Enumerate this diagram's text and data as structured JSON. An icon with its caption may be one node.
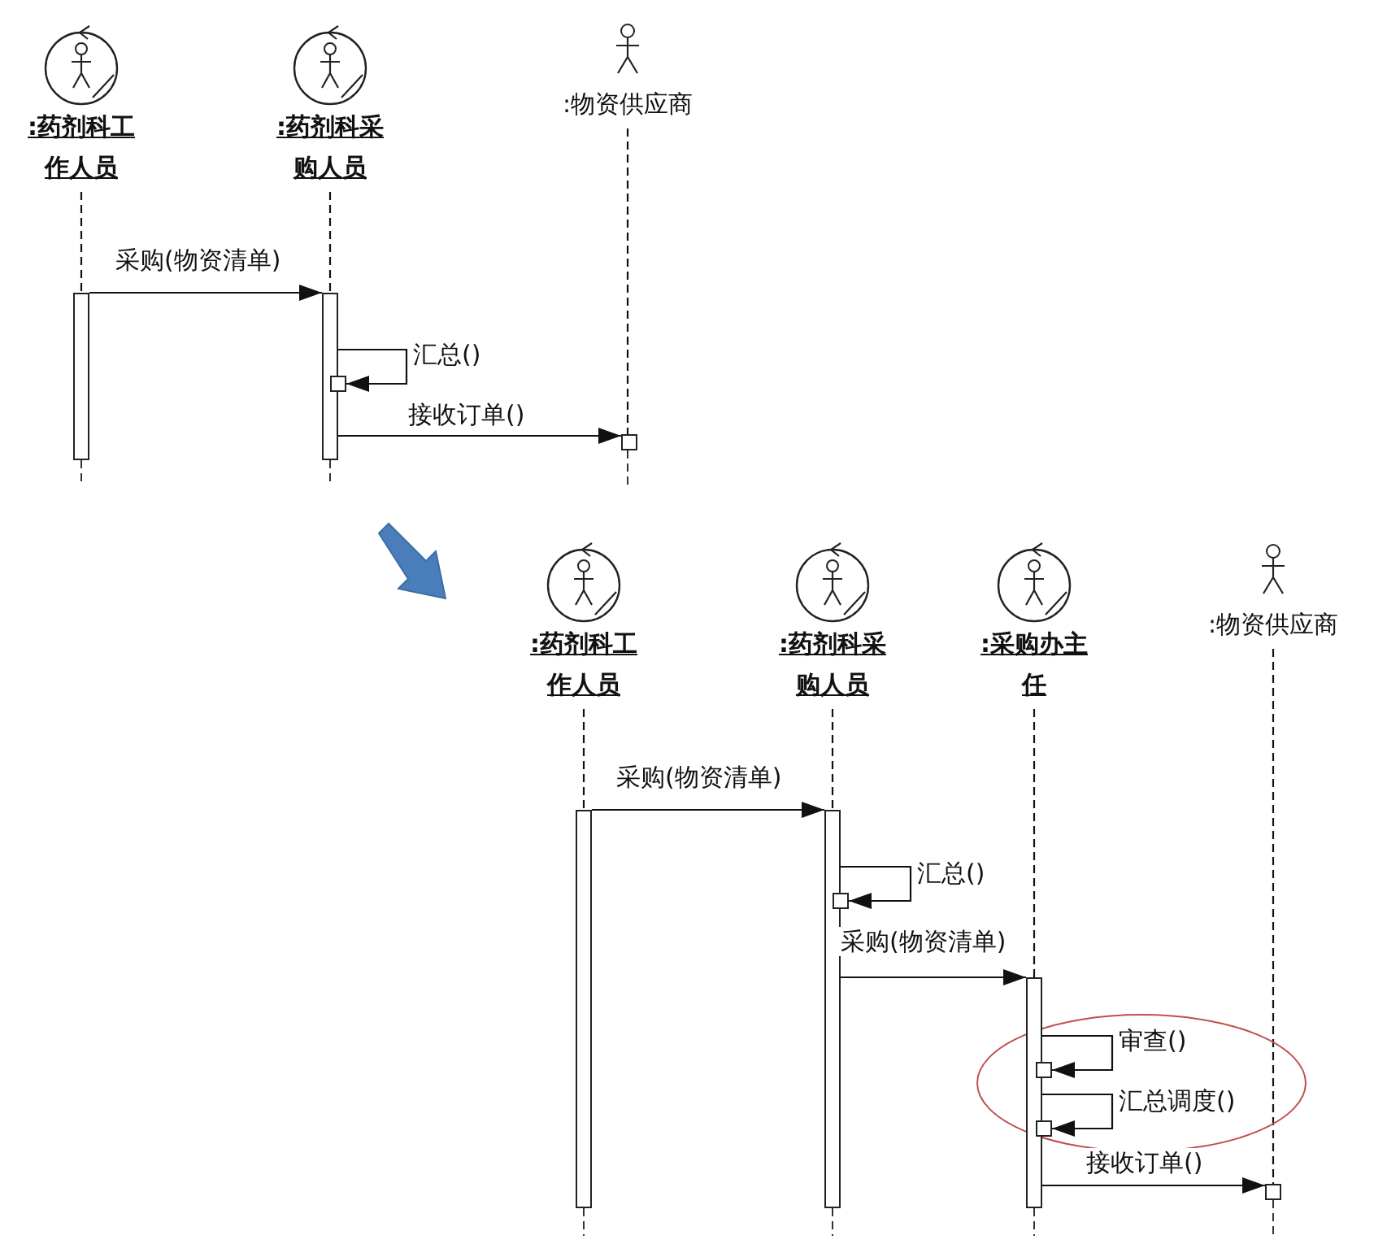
{
  "diagram": {
    "nodes": [
      {
        "text": [
          ":药剂科工作人员"
        ]
      },
      {
        "text": [
          ":药剂科采购人员"
        ]
      },
      {
        "text": [
          ":物资供应商"
        ]
      },
      {
        "text": [],
        "shape": "bar"
      },
      {
        "text": [],
        "shape": "bar"
      },
      {
        "text": [],
        "shape": "box"
      },
      {
        "text": [],
        "shape": "box"
      },
      {
        "text": [
          ":药剂科工作人员"
        ]
      },
      {
        "text": [
          ":药剂科采购人员"
        ]
      },
      {
        "text": [
          ":采购办主任"
        ]
      },
      {
        "text": [
          ":物资供应商"
        ]
      },
      {
        "text": [],
        "shape": "bar"
      },
      {
        "text": [],
        "shape": "bar"
      },
      {
        "text": [],
        "shape": "box"
      },
      {
        "text": [],
        "shape": "bar"
      },
      {
        "text": [],
        "shape": "box"
      },
      {
        "text": [],
        "shape": "box"
      },
      {
        "text": [],
        "shape": "box"
      }
    ],
    "edges": [
      {
        "from": 0,
        "to": 3,
        "arrow": "none",
        "style": "dashed"
      },
      {
        "from": 1,
        "to": 4,
        "arrow": "none",
        "style": "dashed"
      },
      {
        "from": 2,
        "to": 6,
        "arrow": "none",
        "style": "dashed"
      },
      {
        "from": 3,
        "to": 4,
        "arrow": "to",
        "label": "采购(物资清单)"
      },
      {
        "from": 4,
        "to": 5,
        "arrow": "to",
        "label": "汇总()"
      },
      {
        "from": 4,
        "to": 6,
        "arrow": "to",
        "label": "接收订单()"
      },
      {
        "from": 7,
        "to": 11,
        "arrow": "none",
        "style": "dashed"
      },
      {
        "from": 8,
        "to": 12,
        "arrow": "none",
        "style": "dashed"
      },
      {
        "from": 9,
        "to": 14,
        "arrow": "none",
        "style": "dashed"
      },
      {
        "from": 10,
        "to": 17,
        "arrow": "none",
        "style": "dashed"
      },
      {
        "from": 11,
        "to": 12,
        "arrow": "to",
        "label": "采购(物资清单)"
      },
      {
        "from": 12,
        "to": 13,
        "arrow": "to",
        "label": "汇总()"
      },
      {
        "from": 12,
        "to": 14,
        "arrow": "to",
        "label": "采购(物资清单)"
      },
      {
        "from": 14,
        "to": 15,
        "arrow": "to",
        "label": "审查()"
      },
      {
        "from": 14,
        "to": 16,
        "arrow": "to",
        "label": "汇总调度()"
      },
      {
        "from": 14,
        "to": 17,
        "arrow": "to",
        "label": "接收订单()"
      }
    ]
  }
}
